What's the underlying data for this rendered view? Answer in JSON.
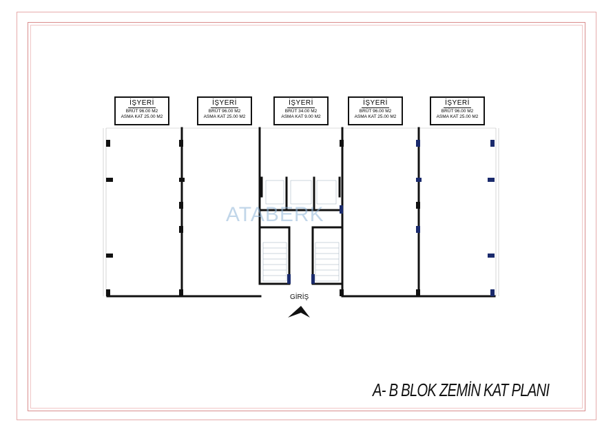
{
  "units": [
    {
      "name": "İŞYERİ",
      "line1": "BRÜT 96.00 M2",
      "line2": "ASMA KAT 25.00 M2"
    },
    {
      "name": "İŞYERİ",
      "line1": "BRÜT 96.00 M2",
      "line2": "ASMA KAT 25.00 M2"
    },
    {
      "name": "İŞYERİ",
      "line1": "BRÜT 34.00 M2",
      "line2": "ASMA KAT 9.00 M2"
    },
    {
      "name": "İŞYERİ",
      "line1": "BRÜT 96.00 M2",
      "line2": "ASMA KAT 25.00 M2"
    },
    {
      "name": "İŞYERİ",
      "line1": "BRÜT 96.00 M2",
      "line2": "ASMA KAT 25.00 M2"
    }
  ],
  "entrance_label": "GİRİŞ",
  "plan_title": "A- B BLOK ZEMİN KAT PLANI",
  "watermark": "ATABERK",
  "colors": {
    "wall": "#111111",
    "column_blue": "#1a2a6c",
    "frame": "#d98c8c",
    "watermark": "#8fb5d8"
  }
}
